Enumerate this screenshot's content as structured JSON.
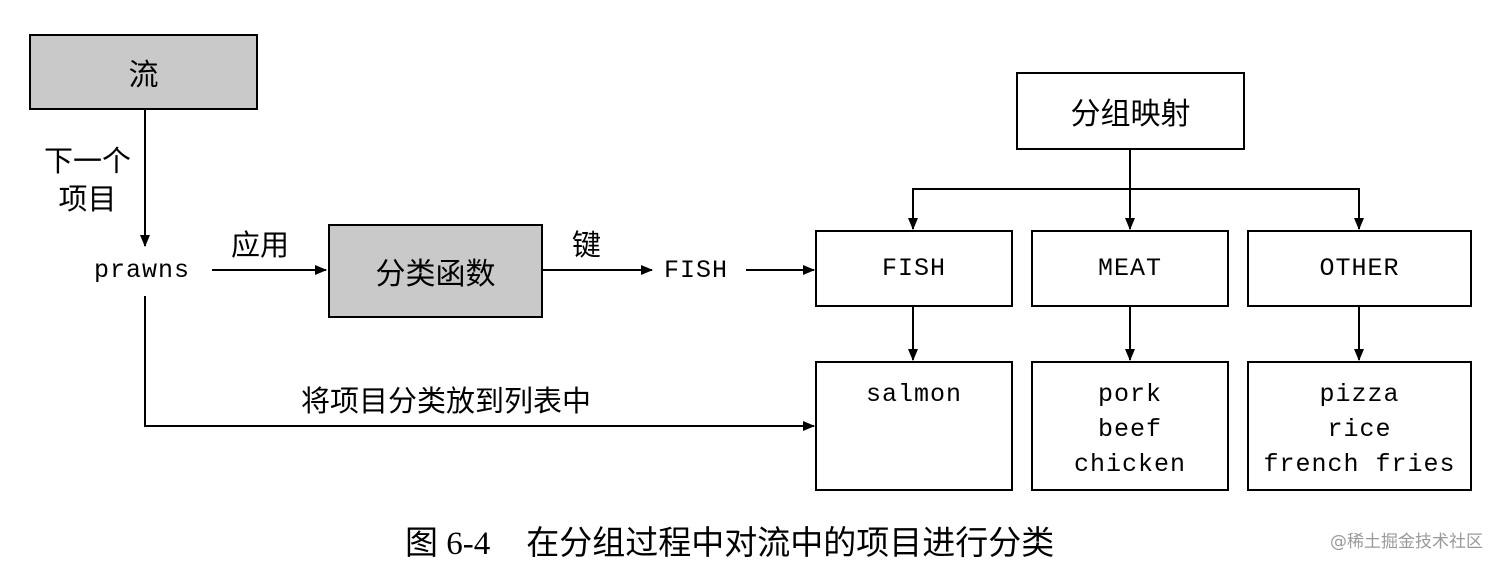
{
  "stream_box": {
    "label": "流"
  },
  "next_item_label": {
    "line1": "下一个",
    "line2": "项目"
  },
  "current_item": "prawns",
  "apply_label": "应用",
  "classifier_box": {
    "label": "分类函数"
  },
  "key_label": "键",
  "key_value": "FISH",
  "grouping_map": {
    "label": "分组映射",
    "groups": [
      {
        "key": "FISH",
        "items": [
          "salmon"
        ]
      },
      {
        "key": "MEAT",
        "items": [
          "pork",
          "beef",
          "chicken"
        ]
      },
      {
        "key": "OTHER",
        "items": [
          "pizza",
          "rice",
          "french fries"
        ]
      }
    ]
  },
  "put_in_list_label": "将项目分类放到列表中",
  "caption": {
    "number": "图 6-4",
    "text": "在分组过程中对流中的项目进行分类"
  },
  "watermark": "@稀土掘金技术社区"
}
